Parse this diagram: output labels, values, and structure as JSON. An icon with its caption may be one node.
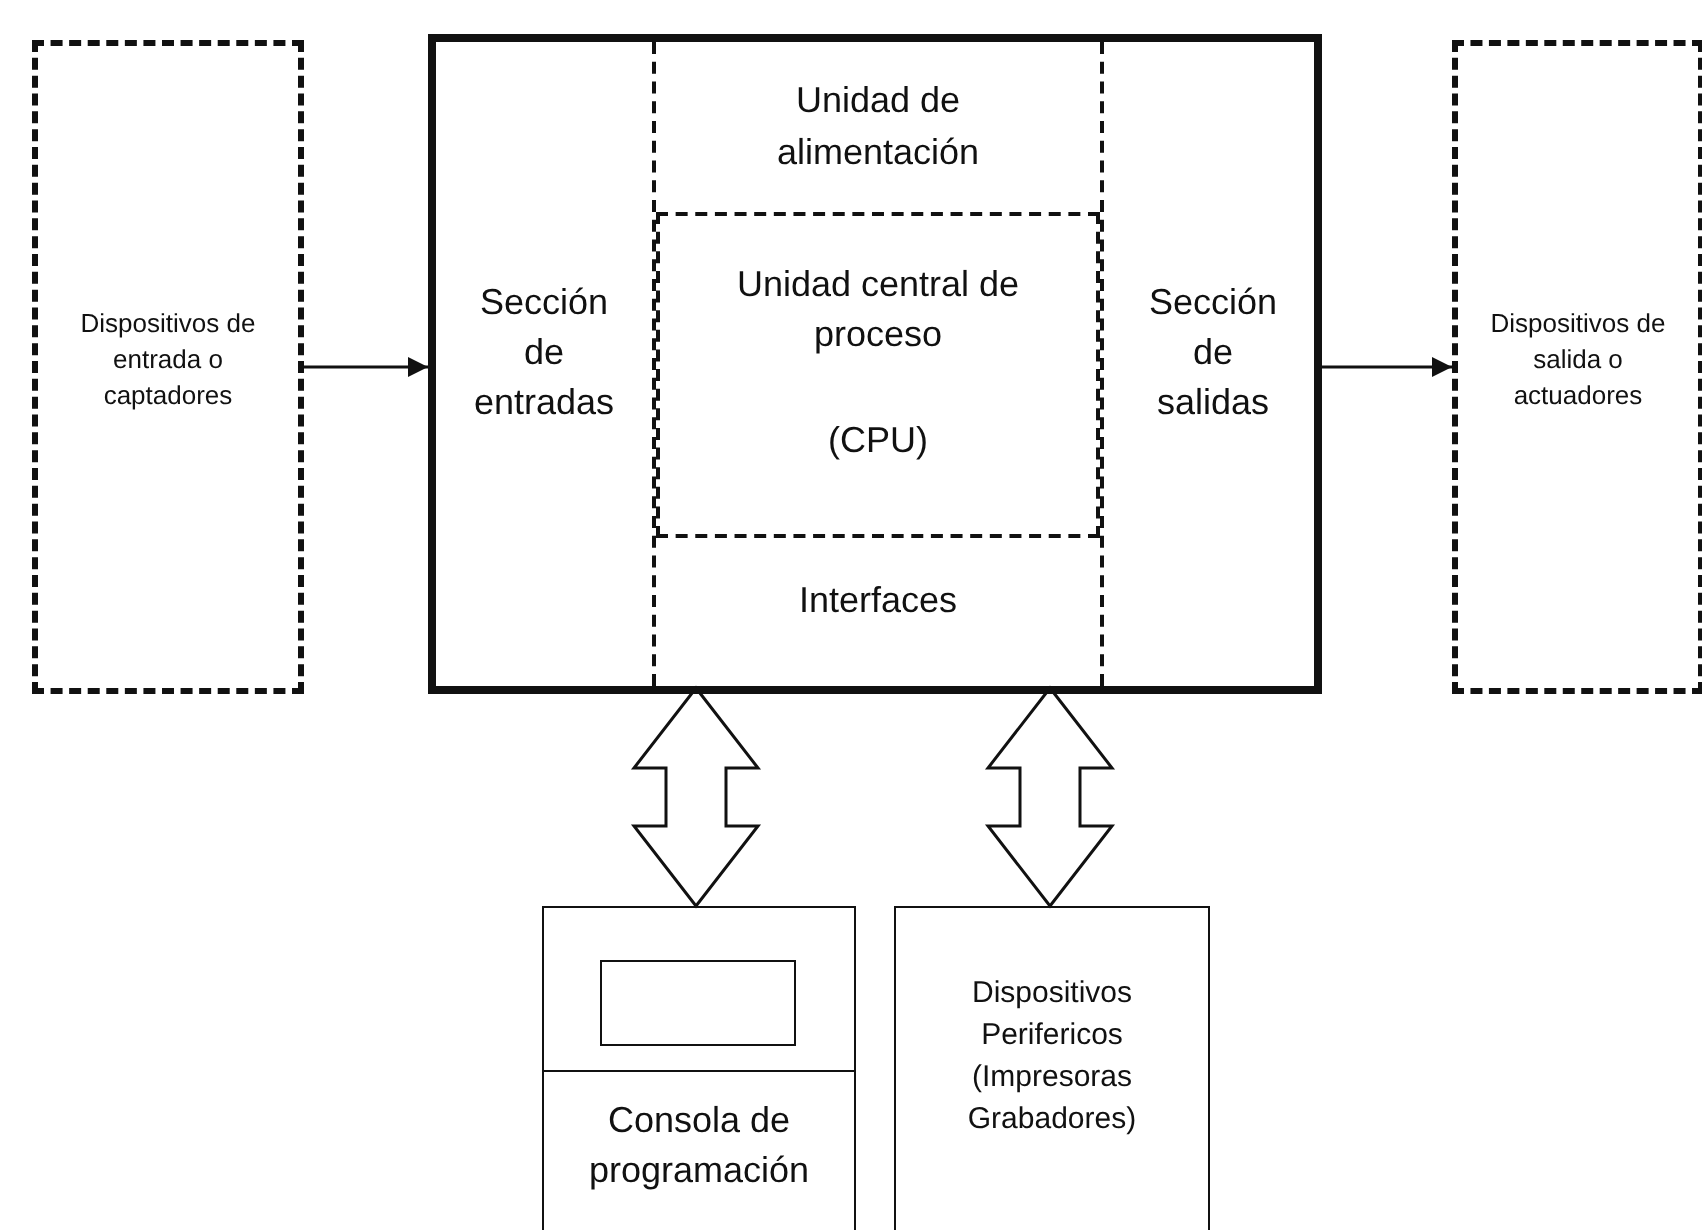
{
  "diagram": {
    "nodes": [
      {
        "text": [
          "Dispositivos de entrada o captadores"
        ]
      },
      {
        "text": [],
        "shape": "box"
      },
      {
        "text": [
          "Sección de entradas"
        ],
        "in": 1
      },
      {
        "text": [
          "Unidad de alimentación"
        ],
        "in": 1
      },
      {
        "text": [
          "Unidad central de proceso",
          "(CPU)"
        ],
        "in": 1
      },
      {
        "text": [
          "Interfaces"
        ],
        "in": 1
      },
      {
        "text": [
          "Sección de salidas"
        ],
        "in": 1
      },
      {
        "text": [
          "Dispositivos de salida o actuadores"
        ]
      },
      {
        "text": [
          "Consola de programación"
        ]
      },
      {
        "text": [
          "Dispositivos Perifericos (Impresoras Grabadores)"
        ]
      },
      {
        "text": [],
        "shape": "box",
        "in": 8
      }
    ],
    "edges": [
      {
        "from": 0,
        "to": 1,
        "arrow": "to"
      },
      {
        "from": 1,
        "to": 7,
        "arrow": "to"
      },
      {
        "from": 5,
        "to": 8,
        "arrow": "both",
        "style": "thick"
      },
      {
        "from": 5,
        "to": 9,
        "arrow": "both",
        "style": "thick"
      }
    ]
  }
}
